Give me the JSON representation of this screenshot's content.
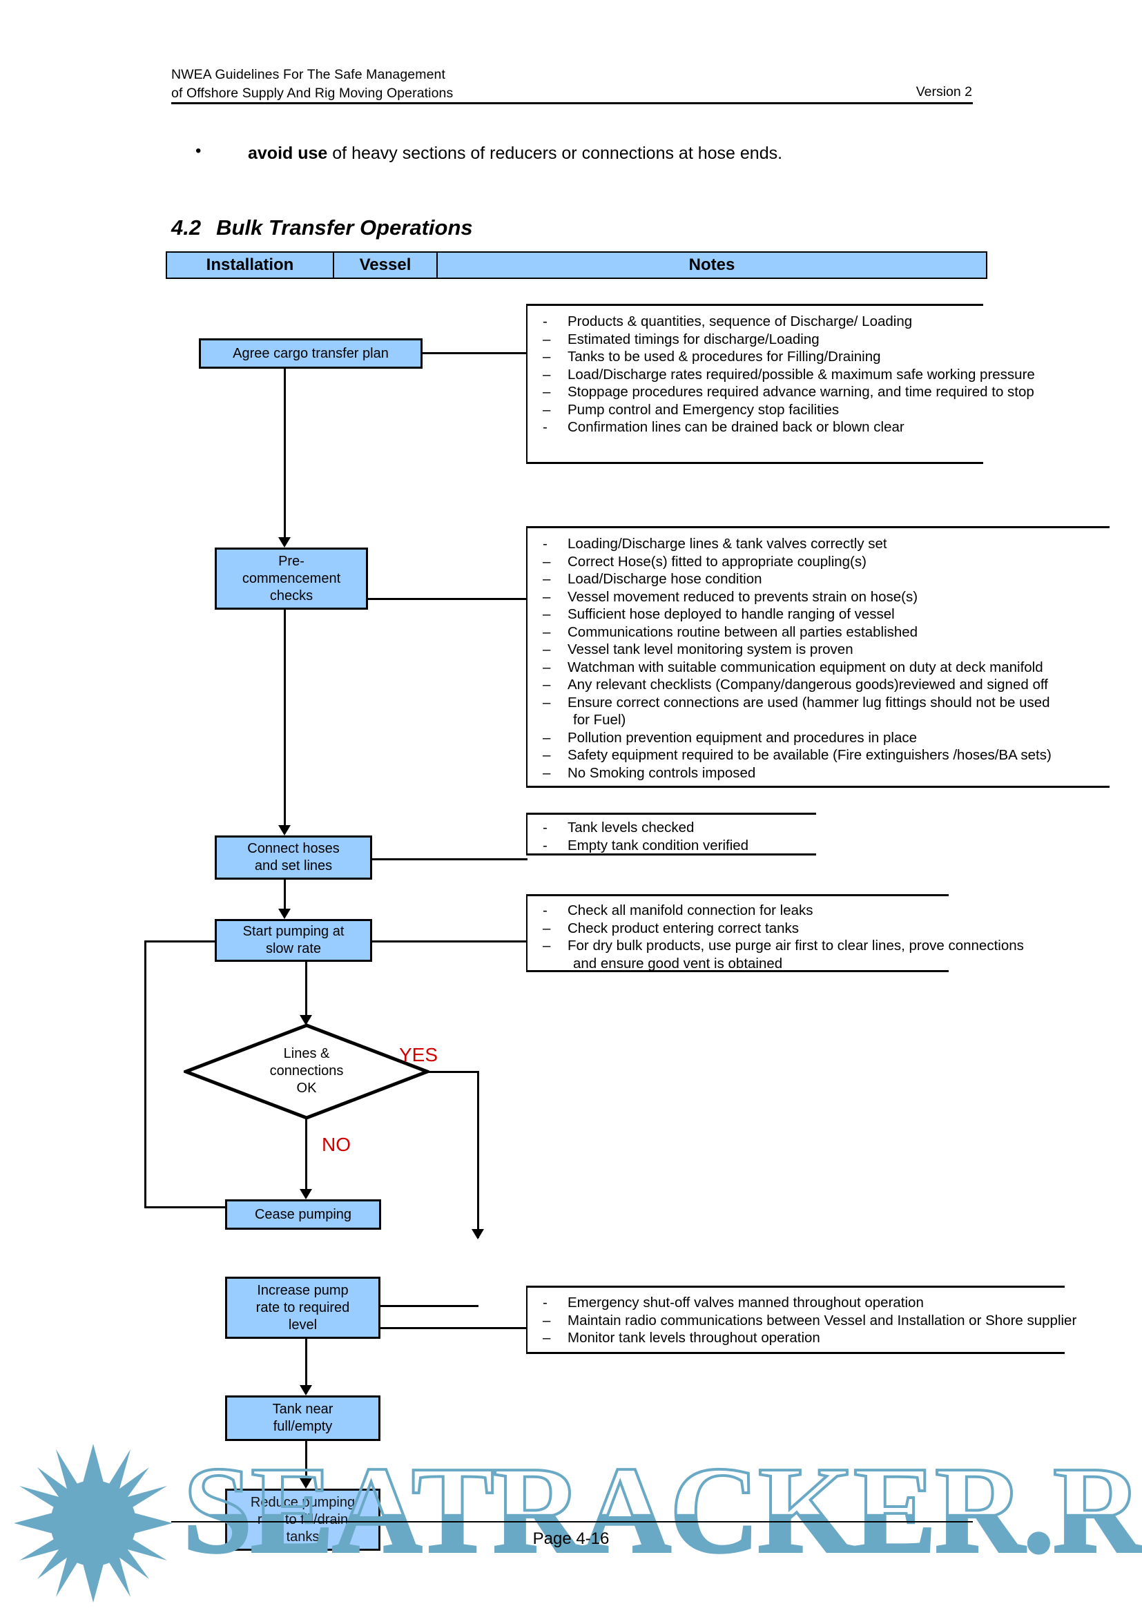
{
  "header": {
    "left_line1": "NWEA Guidelines For The Safe Management",
    "left_line2": "of Offshore Supply And Rig Moving Operations",
    "right": "Version 2"
  },
  "bullet": {
    "marker": "•",
    "bold_lead": "avoid use",
    "rest": " of heavy sections of reducers or connections at hose ends."
  },
  "section": {
    "number": "4.2",
    "title": "Bulk Transfer Operations"
  },
  "table_header": {
    "col1": "Installation",
    "col2": "Vessel",
    "col3": "Notes"
  },
  "flow": {
    "box_agree": "Agree cargo transfer plan",
    "box_precommence_l1": "Pre-",
    "box_precommence_l2": "commencement",
    "box_precommence_l3": "checks",
    "box_connect_l1": "Connect hoses",
    "box_connect_l2": "and set lines",
    "box_startpump_l1": "Start pumping at",
    "box_startpump_l2": "slow rate",
    "decision_l1": "Lines &",
    "decision_l2": "connections",
    "decision_l3": "OK",
    "label_yes": "YES",
    "label_no": "NO",
    "box_cease": "Cease pumping",
    "box_increase_l1": "Increase pump",
    "box_increase_l2": "rate to required",
    "box_increase_l3": "level",
    "box_tanknear_l1": "Tank near",
    "box_tanknear_l2": "full/empty",
    "box_reduce_l1": "Reduce pumping",
    "box_reduce_l2": "rate to fill/drain",
    "box_reduce_l3": "tanks"
  },
  "notes": {
    "agree": [
      "Products & quantities, sequence of Discharge/ Loading",
      "Estimated timings for discharge/Loading",
      "Tanks to be used & procedures for Filling/Draining",
      "Load/Discharge rates required/possible & maximum safe working pressure",
      "Stoppage procedures required advance warning, and time required to stop",
      "Pump control and Emergency stop facilities",
      "Confirmation lines can be drained back or blown clear"
    ],
    "precommence": [
      "Loading/Discharge lines & tank valves correctly set",
      "Correct Hose(s) fitted to appropriate coupling(s)",
      "Load/Discharge hose condition",
      "Vessel movement reduced to prevents strain on hose(s)",
      "Sufficient hose deployed to handle ranging of vessel",
      "Communications routine between all parties established",
      "Vessel tank level monitoring system is proven",
      "Watchman with suitable communication equipment on duty at deck manifold",
      "Any relevant checklists (Company/dangerous goods)reviewed and signed off",
      "Ensure correct connections are used (hammer lug fittings should not be used",
      "for Fuel)",
      "Pollution prevention equipment and procedures in place",
      "Safety equipment required to be available (Fire extinguishers /hoses/BA sets)",
      "No Smoking controls imposed"
    ],
    "connect": [
      "Tank levels checked",
      "Empty tank condition verified"
    ],
    "startpump": [
      "Check all manifold connection for leaks",
      "Check product entering correct tanks",
      "For dry bulk products, use purge air first to clear lines, prove connections",
      "and ensure good vent is obtained"
    ],
    "increase": [
      "Emergency shut-off valves manned throughout operation",
      "Maintain radio communications between Vessel and Installation or Shore supplier",
      "Monitor tank levels throughout operation"
    ]
  },
  "footer": {
    "page": "Page 4-16"
  },
  "watermark": {
    "text": "SEATRACKER.RU",
    "color": "#6aa9c6"
  },
  "colors": {
    "box_fill": "#99ccff",
    "header_fill": "#99ccff",
    "yes_no": "#d00000",
    "line": "#000000"
  }
}
